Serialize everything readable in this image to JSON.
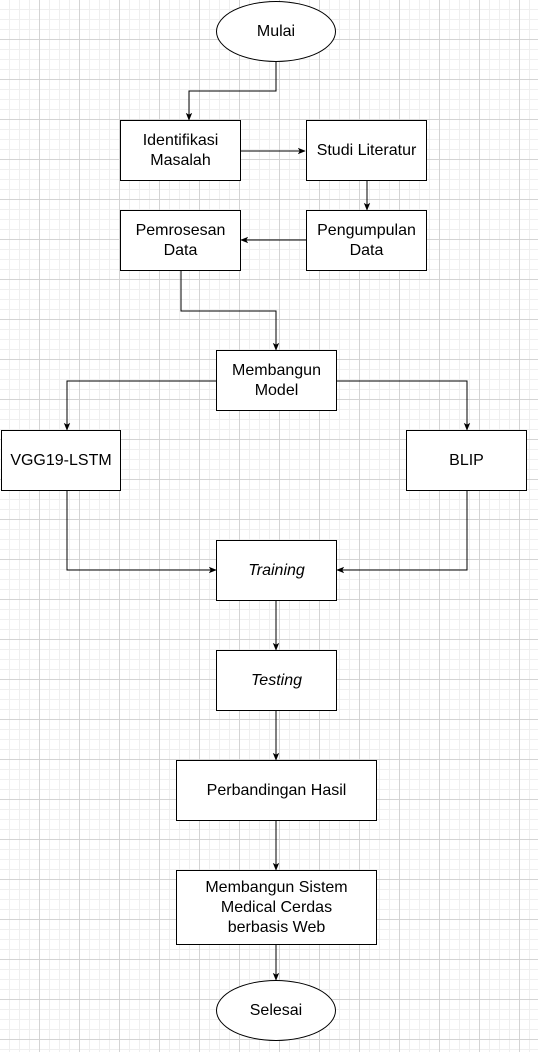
{
  "nodes": {
    "start": "Mulai",
    "identifikasi": "Identifikasi\nMasalah",
    "studi": "Studi Literatur",
    "pengumpulan": "Pengumpulan\nData",
    "pemrosesan": "Pemrosesan\nData",
    "membangun_model": "Membangun\nModel",
    "vgg": "VGG19-LSTM",
    "blip": "BLIP",
    "training": "Training",
    "testing": "Testing",
    "perbandingan": "Perbandingan Hasil",
    "sistem": "Membangun Sistem\nMedical Cerdas\nberbasis Web",
    "end": "Selesai"
  }
}
